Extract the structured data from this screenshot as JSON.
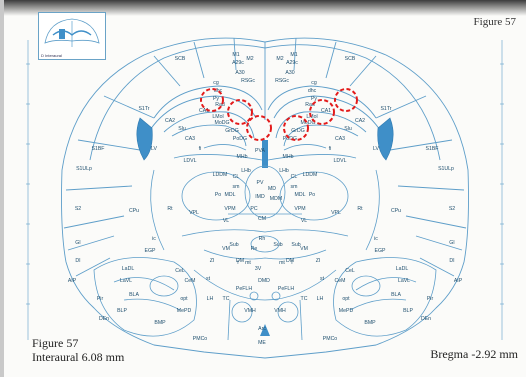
{
  "page": {
    "figure_top": "Figure 57",
    "figure_bottom": "Figure 57",
    "interaural": "Interaural 6.08 mm",
    "bregma": "Bregma -2.92 mm",
    "inset_caption": "D Interaural"
  },
  "colors": {
    "outline": "#5e9ec9",
    "ventricle_fill": "#3f8fc8",
    "highlight": "#e31b1b",
    "background": "#fbfbf9"
  },
  "labels_left": [
    {
      "t": "SCB"
    },
    {
      "t": "M1"
    },
    {
      "t": "M2"
    },
    {
      "t": "S1BF"
    },
    {
      "t": "S1Tr"
    },
    {
      "t": "S1ULp"
    },
    {
      "t": "S2"
    },
    {
      "t": "GI"
    },
    {
      "t": "DI"
    },
    {
      "t": "AIP"
    },
    {
      "t": "CA1"
    },
    {
      "t": "CA2"
    },
    {
      "t": "Py"
    },
    {
      "t": "Rad"
    },
    {
      "t": "LMol"
    },
    {
      "t": "MoDG"
    },
    {
      "t": "GrDG"
    },
    {
      "t": "PoDG"
    },
    {
      "t": "CA3"
    },
    {
      "t": "dhc"
    },
    {
      "t": "Slu"
    },
    {
      "t": "LV"
    },
    {
      "t": "LDVL"
    },
    {
      "t": "LDDM"
    },
    {
      "t": "LHb"
    },
    {
      "t": "MHb"
    },
    {
      "t": "Po"
    },
    {
      "t": "VPM"
    },
    {
      "t": "VPL"
    },
    {
      "t": "Rt"
    },
    {
      "t": "CPu"
    },
    {
      "t": "ic"
    },
    {
      "t": "EGP"
    },
    {
      "t": "PC"
    },
    {
      "t": "CM"
    },
    {
      "t": "Rh"
    },
    {
      "t": "Sub"
    },
    {
      "t": "Re"
    },
    {
      "t": "VM"
    },
    {
      "t": "ZI"
    },
    {
      "t": "DMD"
    },
    {
      "t": "PeFLH"
    },
    {
      "t": "LH"
    },
    {
      "t": "VMH"
    },
    {
      "t": "Arc"
    },
    {
      "t": "ME"
    },
    {
      "t": "BLA"
    },
    {
      "t": "BLP"
    },
    {
      "t": "BMP"
    },
    {
      "t": "MePD"
    },
    {
      "t": "PMCo"
    },
    {
      "t": "Pir"
    },
    {
      "t": "DEn"
    },
    {
      "t": "LaDL"
    },
    {
      "t": "LaVL"
    },
    {
      "t": "CeL"
    },
    {
      "t": "CeM"
    },
    {
      "t": "f"
    },
    {
      "t": "mt"
    },
    {
      "t": "3V"
    },
    {
      "t": "opt"
    },
    {
      "t": "st"
    },
    {
      "t": "sm"
    },
    {
      "t": "fi"
    },
    {
      "t": "cg"
    },
    {
      "t": "A29c"
    },
    {
      "t": "A30"
    },
    {
      "t": "RSGc"
    },
    {
      "t": "MD"
    },
    {
      "t": "PVA"
    },
    {
      "t": "CL"
    },
    {
      "t": "PV"
    },
    {
      "t": "IMD"
    },
    {
      "t": "MDM"
    },
    {
      "t": "MDL"
    },
    {
      "t": "VL"
    },
    {
      "t": "Sub"
    },
    {
      "t": "DM"
    },
    {
      "t": "TC"
    }
  ],
  "highlight_circles": [
    {
      "name": "highlight-ca1-left-outer"
    },
    {
      "name": "highlight-ca1-left-mid"
    },
    {
      "name": "highlight-dg-left"
    },
    {
      "name": "highlight-dg-right"
    },
    {
      "name": "highlight-ca1-right-mid"
    },
    {
      "name": "highlight-ca1-right-outer"
    }
  ]
}
